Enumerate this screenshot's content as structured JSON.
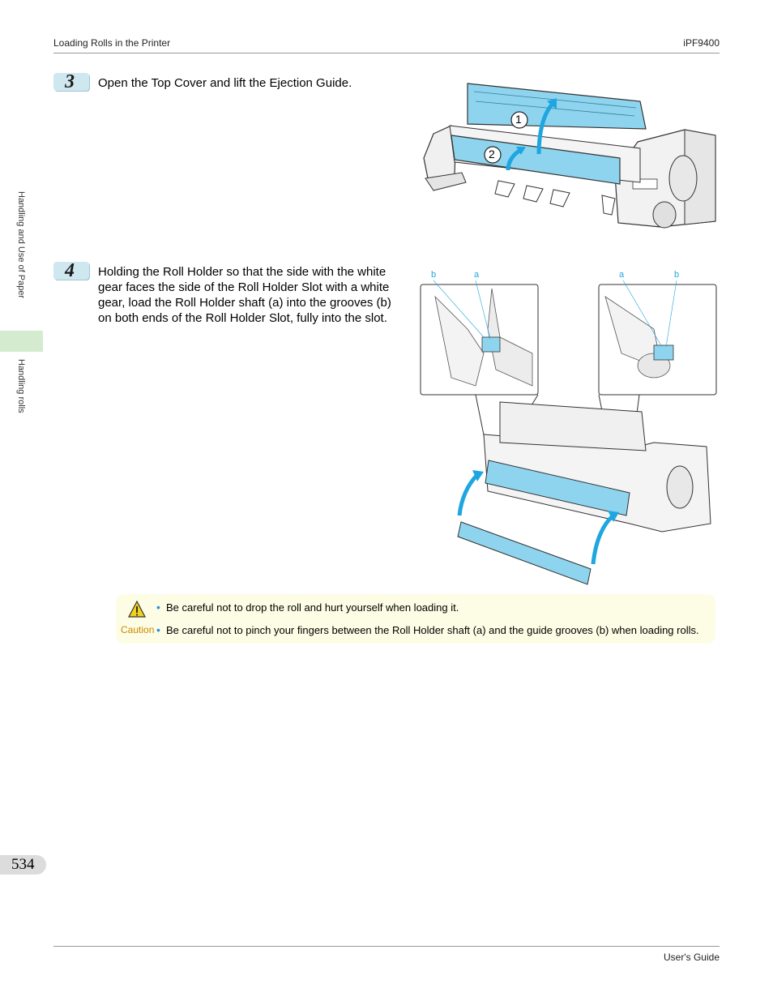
{
  "header": {
    "section": "Loading Rolls in the Printer",
    "model": "iPF9400"
  },
  "side_tabs": {
    "chapter": "Handling and Use of Paper",
    "section": "Handling rolls"
  },
  "steps": [
    {
      "number": "3",
      "text": "Open the Top Cover and lift the Ejection Guide."
    },
    {
      "number": "4",
      "text": "Holding the Roll Holder so that the side with the white gear faces the side of the Roll Holder Slot with a white gear, load the Roll Holder shaft (a) into the grooves (b) on both ends of the Roll Holder Slot, fully into the slot."
    }
  ],
  "figure1": {
    "callouts": [
      "1",
      "2"
    ]
  },
  "figure2": {
    "left_labels": {
      "b": "b",
      "a": "a"
    },
    "right_labels": {
      "a": "a",
      "b": "b"
    }
  },
  "caution": {
    "label": "Caution",
    "items": [
      "Be careful not to drop the roll and hurt yourself when loading it.",
      "Be careful not to pinch your fingers between the Roll Holder shaft (a) and the guide grooves (b) when loading rolls."
    ]
  },
  "page_number": "534",
  "footer": {
    "guide": "User's Guide"
  },
  "colors": {
    "accent_blue": "#8ed4ee",
    "arrow_blue": "#1ea6e0",
    "caution_bg": "#fdfde6",
    "side_tab_green": "#d5ebd0"
  }
}
